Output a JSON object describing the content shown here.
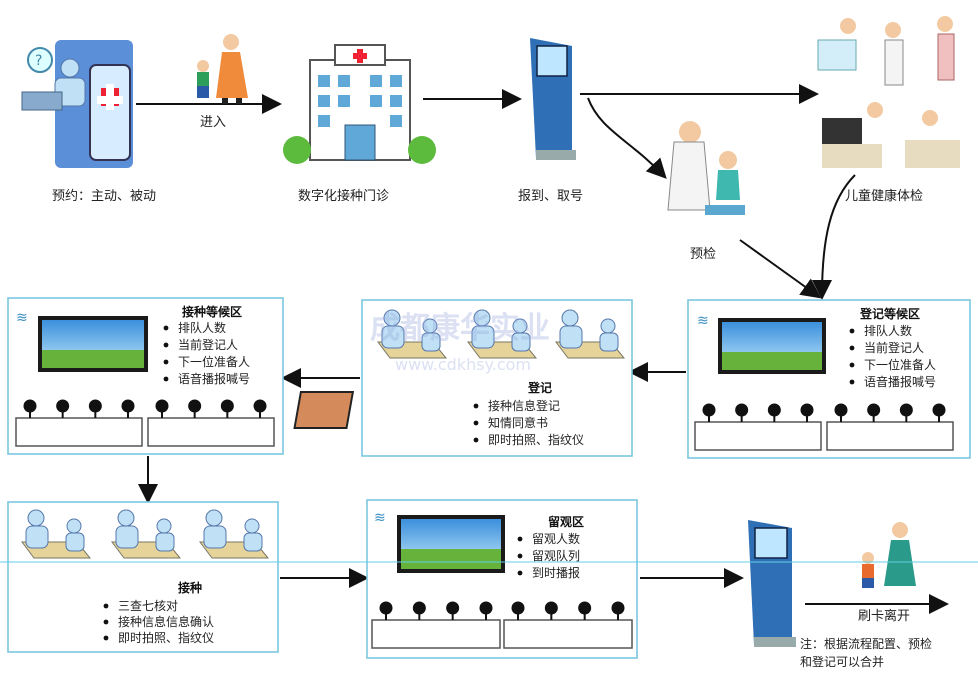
{
  "steps": {
    "reserve": "预约：主动、被动",
    "enter": "进入",
    "clinic": "数字化接种门诊",
    "checkin": "报到、取号",
    "precheck": "预检",
    "health": "儿童健康体检",
    "leave": "刷卡离开"
  },
  "panels": {
    "reg_wait": {
      "title": "登记等候区",
      "items": [
        "排队人数",
        "当前登记人",
        "下一位准备人",
        "语音播报喊号"
      ]
    },
    "register": {
      "title": "登记",
      "items": [
        "接种信息登记",
        "知情同意书",
        "即时拍照、指纹仪"
      ]
    },
    "vacc_wait": {
      "title": "接种等候区",
      "items": [
        "排队人数",
        "当前登记人",
        "下一位准备人",
        "语音播报喊号"
      ]
    },
    "vaccinate": {
      "title": "接种",
      "items": [
        "三查七核对",
        "接种信息信息确认",
        "即时拍照、指纹仪"
      ]
    },
    "observe": {
      "title": "留观区",
      "items": [
        "留观人数",
        "留观队列",
        "到时播报"
      ]
    }
  },
  "note": {
    "line1": "注：根据流程配置、预检",
    "line2": "和登记可以合并"
  },
  "watermark": {
    "text": "成都康华实业",
    "url": "www.cdkhsy.com"
  },
  "colors": {
    "panel_border": "#7cc6e0",
    "sky": "#4aa3e8",
    "grass": "#66b23a",
    "kiosk": "#2f6fb5"
  }
}
